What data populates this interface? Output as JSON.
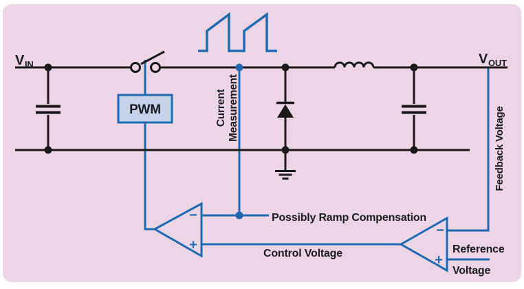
{
  "colors": {
    "background": "#ecd5e5",
    "canvas": "#ffffff",
    "wire_black": "#1a1a1a",
    "wire_blue": "#1e6ab2",
    "pwm_fill": "#c6d2e8",
    "text": "#1b1b22"
  },
  "labels": {
    "vin": {
      "main": "V",
      "sub": "IN"
    },
    "vout": {
      "main": "V",
      "sub": "OUT"
    },
    "pwm": "PWM",
    "current_measurement": {
      "line1": "Current",
      "line2": "Measurement"
    },
    "feedback_voltage": "Feedback Voltage",
    "possibly_ramp_compensation": "Possibly Ramp Compensation",
    "control_voltage": "Control Voltage",
    "reference_voltage": {
      "line1": "Reference",
      "line2": "Voltage"
    },
    "amp_inputs": {
      "minus": "−",
      "plus": "+"
    }
  }
}
